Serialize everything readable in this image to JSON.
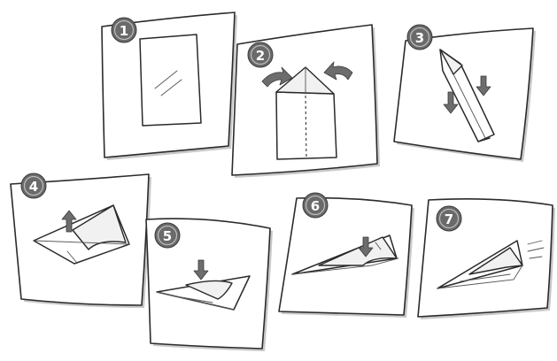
{
  "steps": [
    {
      "number": "1"
    },
    {
      "number": "2"
    },
    {
      "number": "3"
    },
    {
      "number": "4"
    },
    {
      "number": "5"
    },
    {
      "number": "6"
    },
    {
      "number": "7"
    }
  ]
}
